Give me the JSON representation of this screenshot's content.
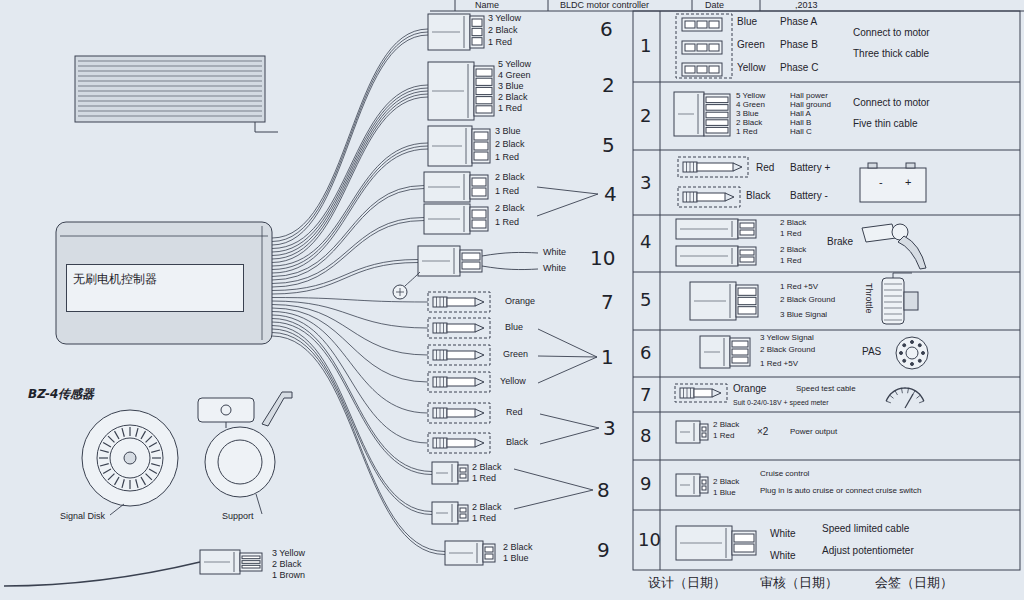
{
  "diagram": {
    "nodes": [
      {
        "text": [
          "无刷电机控制器"
        ]
      }
    ],
    "labels": [
      "Name",
      "BLDC motor controller",
      "Date",
      ",2013",
      "6",
      "2",
      "5",
      "4",
      "10",
      "7",
      "1",
      "3",
      "8",
      "9",
      "3 Yellow",
      "2 Black",
      "1 Red",
      "5 Yellow",
      "4 Green",
      "3 Blue",
      "2 Black",
      "1 Red",
      "3 Blue",
      "2 Black",
      "1 Red",
      "2 Black",
      "1 Red",
      "2 Black",
      "1 Red",
      "White",
      "White",
      "Orange",
      "Blue",
      "Green",
      "Yellow",
      "Red",
      "Black",
      "2 Black",
      "1 Red",
      "2 Black",
      "1 Red",
      "2 Black",
      "1 Blue",
      "BZ-4传感器",
      "Signal Disk",
      "Support",
      "3 Yellow",
      "2 Black",
      "1 Brown",
      "1",
      "Blue",
      "Phase A",
      "Green",
      "Phase B",
      "Yellow",
      "Phase C",
      "Connect to motor",
      "Three thick cable",
      "2",
      "5 Yellow",
      "Hall power",
      "4 Green",
      "Hall ground",
      "3 Blue",
      "Hall A",
      "2 Black",
      "Hall B",
      "1 Red",
      "Hall C",
      "Connect to motor",
      "Five thin cable",
      "3",
      "Red",
      "Battery +",
      "Black",
      "Battery -",
      "-",
      "+",
      "4",
      "2 Black",
      "1 Red",
      "2 Black",
      "1 Red",
      "Brake",
      "5",
      "1 Red +5V",
      "2 Black Ground",
      "3 Blue Signal",
      "Throttle",
      "6",
      "3 Yellow Signal",
      "2 Black Ground",
      "1 Red +5V",
      "PAS",
      "7",
      "Orange",
      "Speed test cable",
      "Suit 0-24/0-18V + speed meter",
      "8",
      "2 Black",
      "1 Red",
      "×2",
      "Power output",
      "9",
      "2 Black",
      "1 Blue",
      "Cruise control",
      "Plug in is auto cruise or connect cruise switch",
      "10",
      "White",
      "Speed limited cable",
      "White",
      "Adjust potentiometer",
      "设计（日期）",
      "审核（日期）",
      "会签（日期）"
    ]
  }
}
